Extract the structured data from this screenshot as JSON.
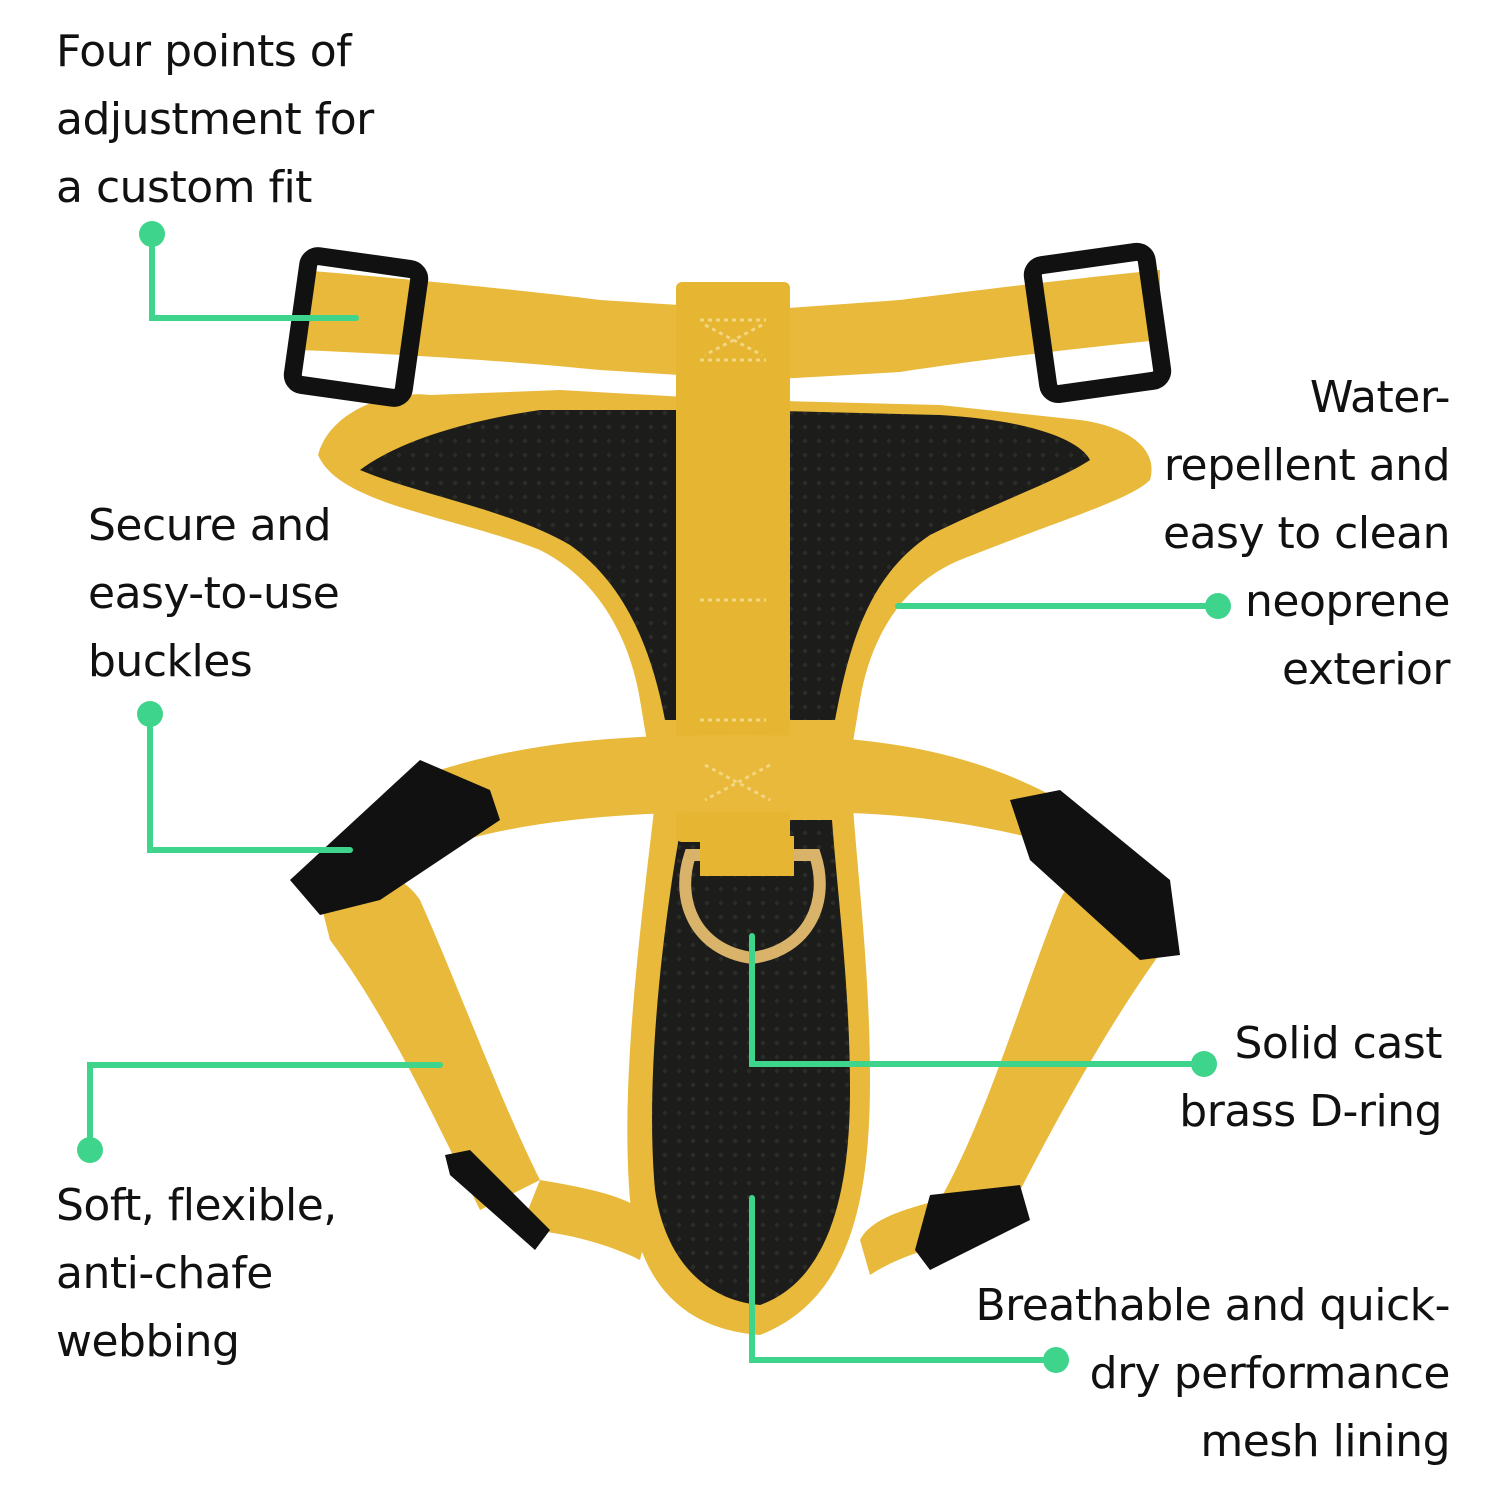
{
  "colors": {
    "background": "#ffffff",
    "text": "#111111",
    "leader": "#3fd48c",
    "webbing": "#e8b93a",
    "webbing_dark": "#c99a22",
    "mesh": "#1c1c1a",
    "buckle": "#111111",
    "brass": "#d9b36a"
  },
  "product": {
    "name_icon": "dog-harness-photo"
  },
  "callouts": {
    "adjustment": {
      "lines": [
        "Four points of",
        "adjustment for",
        "a custom fit"
      ]
    },
    "buckles": {
      "lines": [
        "Secure and",
        "easy-to-use",
        "buckles"
      ]
    },
    "webbing": {
      "lines": [
        "Soft, flexible,",
        "anti-chafe",
        "webbing"
      ]
    },
    "neoprene": {
      "lines": [
        "Water-",
        "repellent and",
        "easy to clean",
        "neoprene",
        "exterior"
      ]
    },
    "dring": {
      "lines": [
        "Solid cast",
        "brass D-ring"
      ]
    },
    "mesh": {
      "lines": [
        "Breathable and quick-",
        "dry performance",
        "mesh lining"
      ]
    }
  }
}
